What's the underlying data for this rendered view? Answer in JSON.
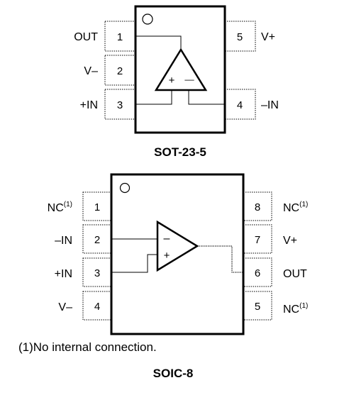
{
  "sot": {
    "title": "SOT-23-5",
    "pins": [
      {
        "num": "1",
        "name": "OUT"
      },
      {
        "num": "2",
        "name": "V–"
      },
      {
        "num": "3",
        "name": "+IN"
      },
      {
        "num": "4",
        "name": "–IN"
      },
      {
        "num": "5",
        "name": "V+"
      }
    ],
    "amp_plus": "+",
    "amp_minus": "––"
  },
  "soic": {
    "title": "SOIC-8",
    "pins": [
      {
        "num": "1",
        "name": "NC",
        "note": "(1)"
      },
      {
        "num": "2",
        "name": "–IN",
        "note": ""
      },
      {
        "num": "3",
        "name": "+IN",
        "note": ""
      },
      {
        "num": "4",
        "name": "V–",
        "note": ""
      },
      {
        "num": "5",
        "name": "NC",
        "note": "(1)"
      },
      {
        "num": "6",
        "name": "OUT",
        "note": ""
      },
      {
        "num": "7",
        "name": "V+",
        "note": ""
      },
      {
        "num": "8",
        "name": "NC",
        "note": "(1)"
      }
    ],
    "amp_minus": "–",
    "amp_plus": "+"
  },
  "footnote": "(1)No internal connection."
}
